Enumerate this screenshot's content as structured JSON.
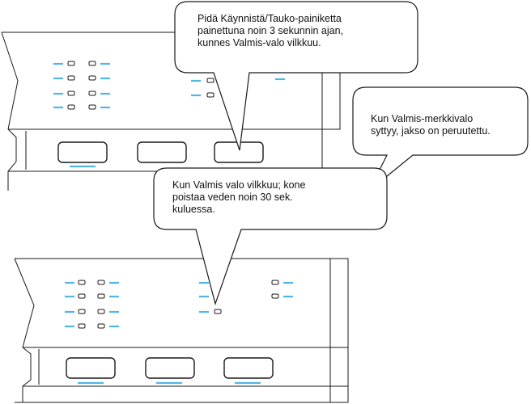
{
  "callouts": {
    "top": {
      "lines": [
        "Pidä Käynnistä/Tauko-painiketta",
        "painettuna noin 3 sekunnin ajan,",
        "kunnes Valmis-valo vilkkuu."
      ]
    },
    "right": {
      "lines": [
        "Kun Valmis-merkkivalo",
        "syttyy, jakso on peruutettu."
      ]
    },
    "middle": {
      "lines": [
        "Kun Valmis valo vilkkuu; kone",
        "poistaa veden  noin 30 sek.",
        "kuluessa."
      ]
    }
  },
  "colors": {
    "outline": "#1a1a1a",
    "indicator_dash": "#4fb6e6",
    "background": "#ffffff"
  },
  "icons": {
    "status_light": "small rounded rectangle",
    "indicator_dash": "light blue dash"
  }
}
